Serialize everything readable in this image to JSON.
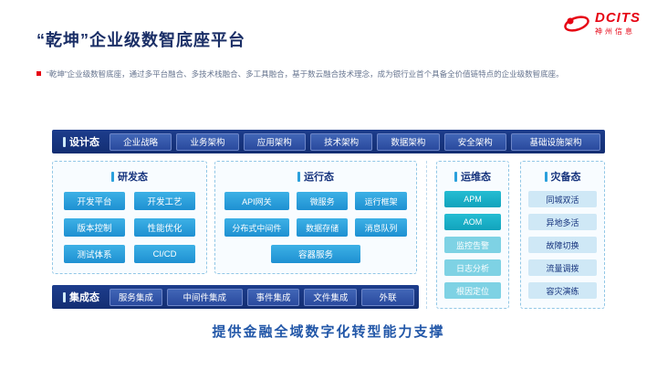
{
  "logo": {
    "brand": "DCITS",
    "company": "神州信息"
  },
  "header": {
    "title": "“乾坤”企业级数智底座平台",
    "subtitle": "“乾坤”企业级数智底座，通过多平台融合、多技术栈融合、多工具融合，基于数云融合技术理念，成为银行业首个具备全价值链特点的企业级数智底座。"
  },
  "diagram": {
    "design": {
      "label": "设计态",
      "items": [
        "企业战略",
        "业务架构",
        "应用架构",
        "技术架构",
        "数据架构",
        "安全架构",
        "基础设施架构"
      ]
    },
    "dev": {
      "label": "研发态",
      "items": [
        "开发平台",
        "开发工艺",
        "版本控制",
        "性能优化",
        "测试体系",
        "CI/CD"
      ]
    },
    "runtime": {
      "label": "运行态",
      "items": [
        "API网关",
        "微服务",
        "运行框架",
        "分布式中间件",
        "数据存储",
        "消息队列"
      ],
      "wide_item": "容器服务"
    },
    "ops": {
      "label": "运维态",
      "items_primary": [
        "APM",
        "AOM"
      ],
      "items_secondary": [
        "监控告警",
        "日志分析",
        "根因定位"
      ]
    },
    "dr": {
      "label": "灾备态",
      "items": [
        "同城双活",
        "异地多活",
        "故障切换",
        "流量调拨",
        "容灾演练"
      ]
    },
    "integration": {
      "label": "集成态",
      "items": [
        "服务集成",
        "中间件集成",
        "事件集成",
        "文件集成",
        "外联"
      ]
    }
  },
  "footer": {
    "text": "提供金融全域数字化转型能力支撑"
  },
  "colors": {
    "navy": "#16337d",
    "bright_blue": "#2ba0dc",
    "teal": "#17b0c6",
    "light_cyan": "#7ed2e4",
    "pale_blue": "#cfe9f6",
    "brand_red": "#e60012"
  }
}
